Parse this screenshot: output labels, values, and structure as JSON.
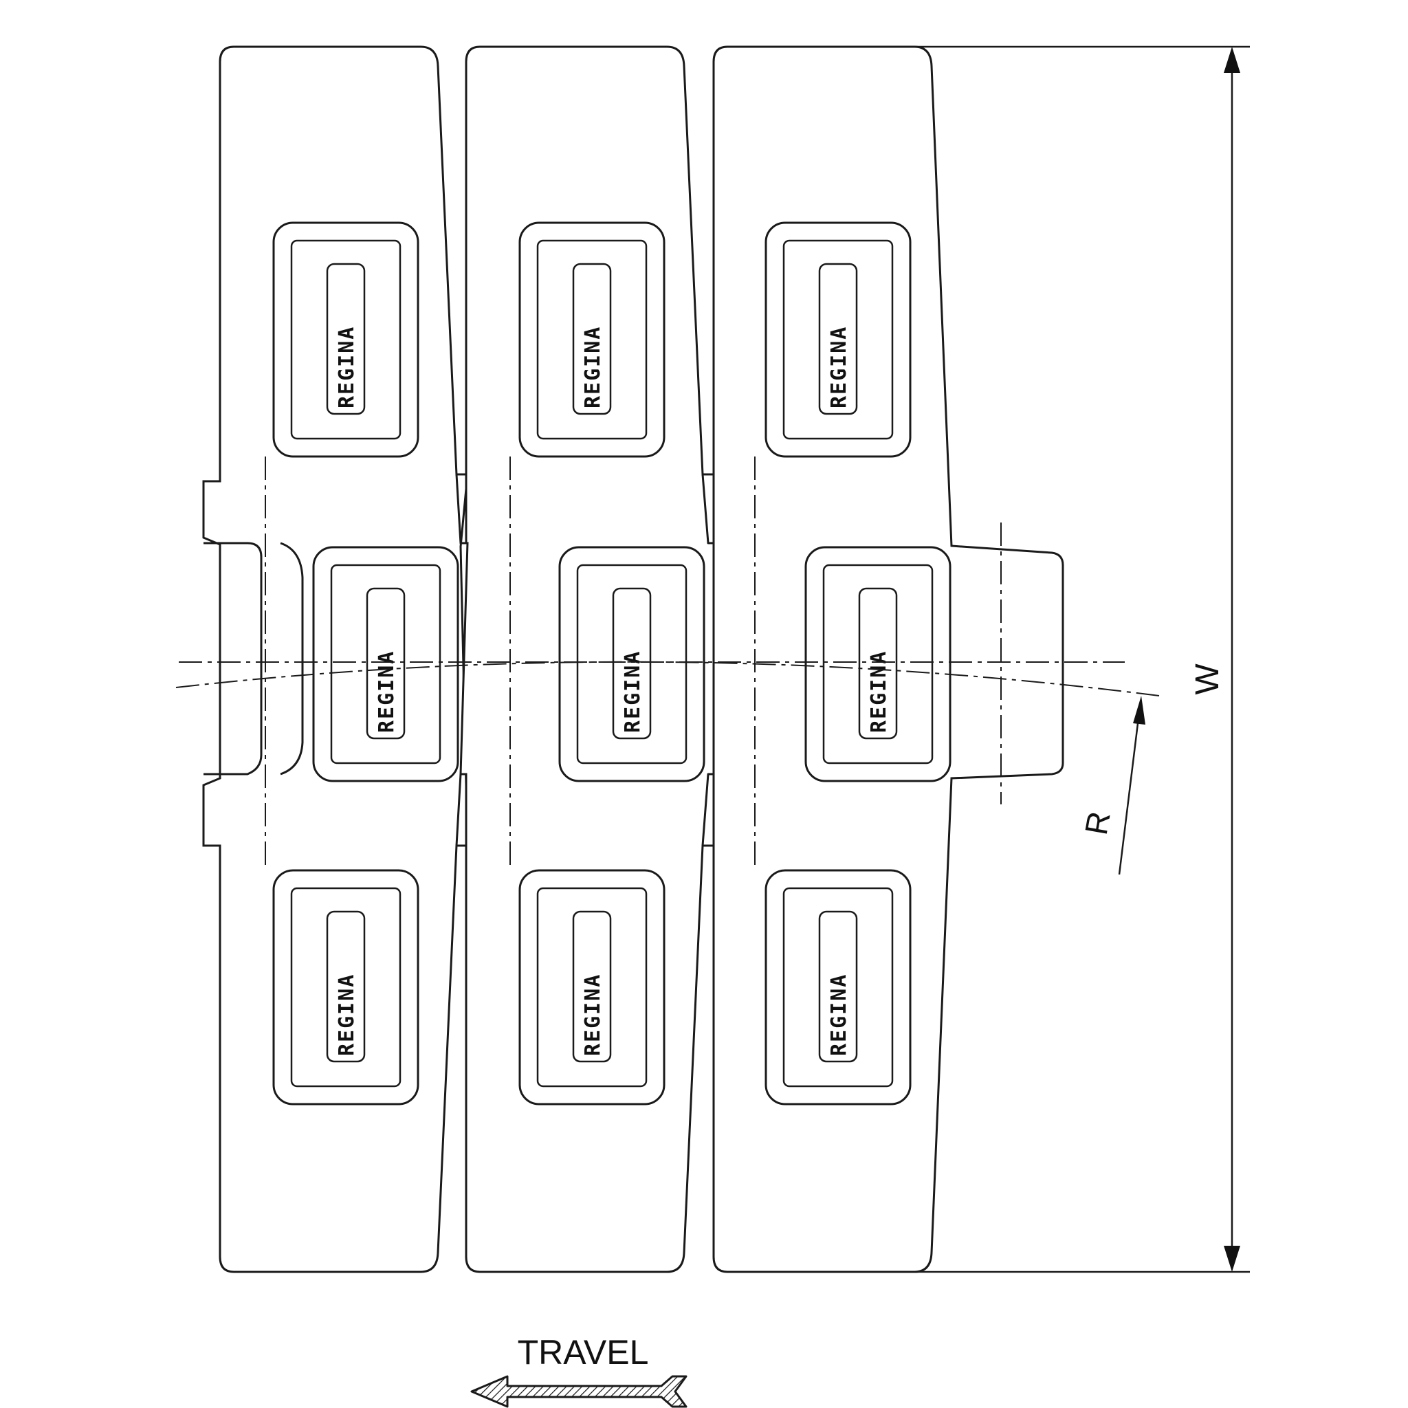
{
  "drawing": {
    "logo_text": "REGINA",
    "dimensions": {
      "width_label": "W",
      "radius_label": "R"
    },
    "travel": {
      "label": "TRAVEL",
      "direction": "left"
    },
    "module_count": 3
  }
}
